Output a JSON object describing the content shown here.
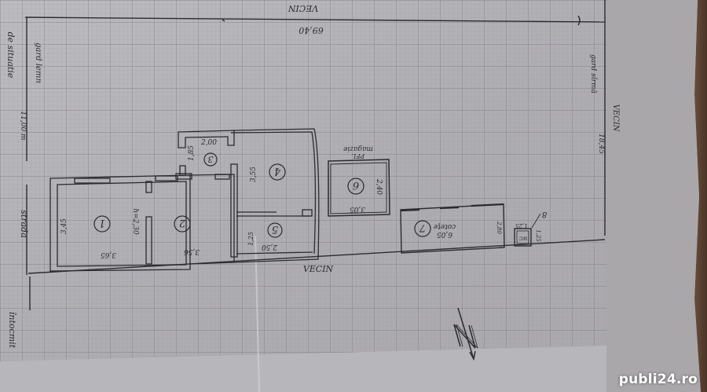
{
  "colors": {
    "paper": "#b3b2b6",
    "paper_light": "#c4c3c7",
    "grid_major": "#77767c",
    "grid_minor": "#9a999e",
    "ink": "#2b2b30",
    "wood_edge": "#5a3f2c",
    "margin_paper": "#a8a5a8"
  },
  "labels": {
    "top_neighbor": "VECIN",
    "top_length": "69,40",
    "right_neighbor": "VECIN",
    "right_length": "18,45",
    "bottom_neighbor": "VECIN",
    "left_street": "strada",
    "left_width": "11,00 m",
    "fence_left": "gard lemn",
    "fence_right": "gard sîrmă",
    "title_fragment": "de situatie",
    "bottom_left_fragment": "întocmit",
    "magazie_label": "magazie",
    "magazie_sub": "PFL",
    "north_label": "N"
  },
  "rooms": [
    {
      "id": "1",
      "num": "1",
      "width": "3,65",
      "depth": "3,45",
      "note": "h=2,30"
    },
    {
      "id": "2",
      "num": "2",
      "width": "3,56"
    },
    {
      "id": "3",
      "num": "3",
      "width": "2,00",
      "depth": "1,85"
    },
    {
      "id": "4",
      "num": "4",
      "depth": "3,55"
    },
    {
      "id": "5",
      "num": "5",
      "width": "2,50",
      "depth": "1,25"
    },
    {
      "id": "6",
      "num": "6",
      "width": "3,05",
      "depth": "2,40"
    },
    {
      "id": "7",
      "num": "7",
      "name": "coteţe",
      "width": "6,05",
      "depth": "2,80"
    },
    {
      "id": "8",
      "num": "8",
      "name": "WC",
      "width": "1,25",
      "depth": "1,25"
    }
  ],
  "watermark": "publi24.ro"
}
